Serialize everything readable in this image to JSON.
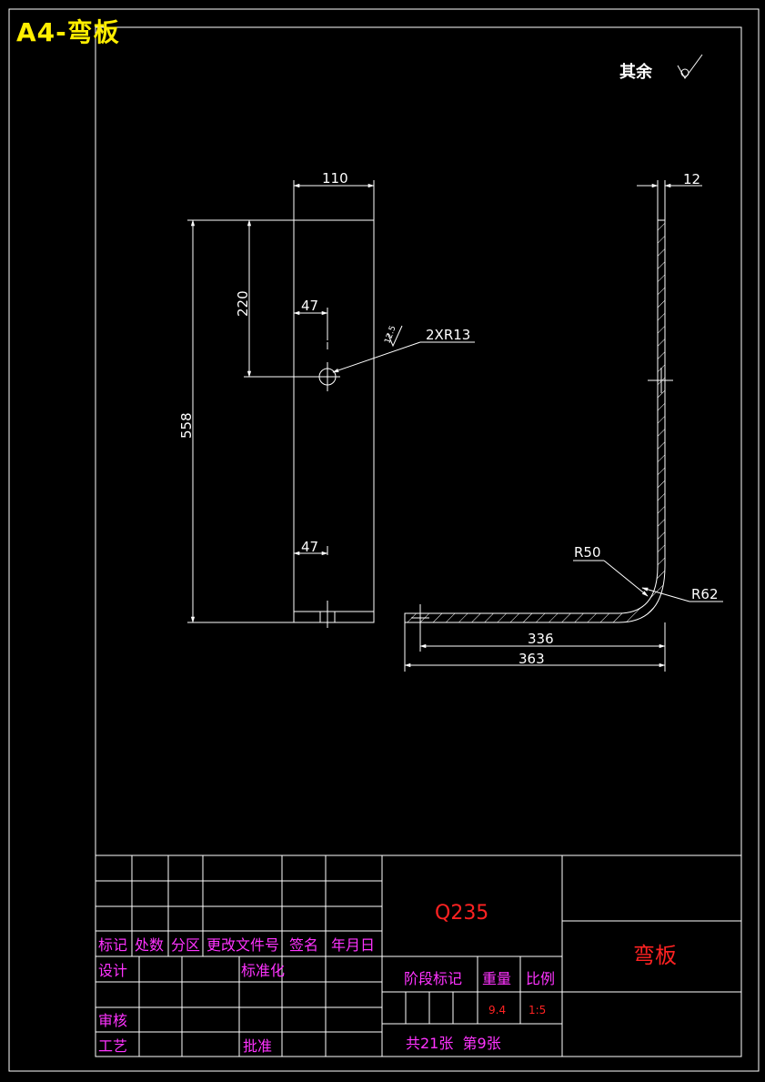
{
  "title": "A4-弯板",
  "surface_note": "其余",
  "dimensions": {
    "width_110": "110",
    "height_558": "558",
    "height_220": "220",
    "offset_47_top": "47",
    "offset_47_bottom": "47",
    "hole_note": "2XR13",
    "hole_roughness": "12.5",
    "thickness_12": "12",
    "radius_inner": "R50",
    "radius_outer": "R62",
    "length_336": "336",
    "length_363": "363"
  },
  "title_block": {
    "material": "Q235",
    "part_name": "弯板",
    "headers": {
      "mark": "标记",
      "count": "处数",
      "zone": "分区",
      "change_doc": "更改文件号",
      "signature": "签名",
      "date": "年月日"
    },
    "roles": {
      "design": "设计",
      "standardize": "标准化",
      "review": "审核",
      "process": "工艺",
      "approve": "批准"
    },
    "stage_mark": "阶段标记",
    "weight_label": "重量",
    "scale_label": "比例",
    "weight_value": "9.4",
    "scale_value": "1:5",
    "sheets": "共21张  第9张"
  },
  "colors": {
    "background": "#000000",
    "lines": "#ffffff",
    "title": "#ffee00",
    "magenta": "#ff33ff",
    "red": "#ff2222"
  }
}
